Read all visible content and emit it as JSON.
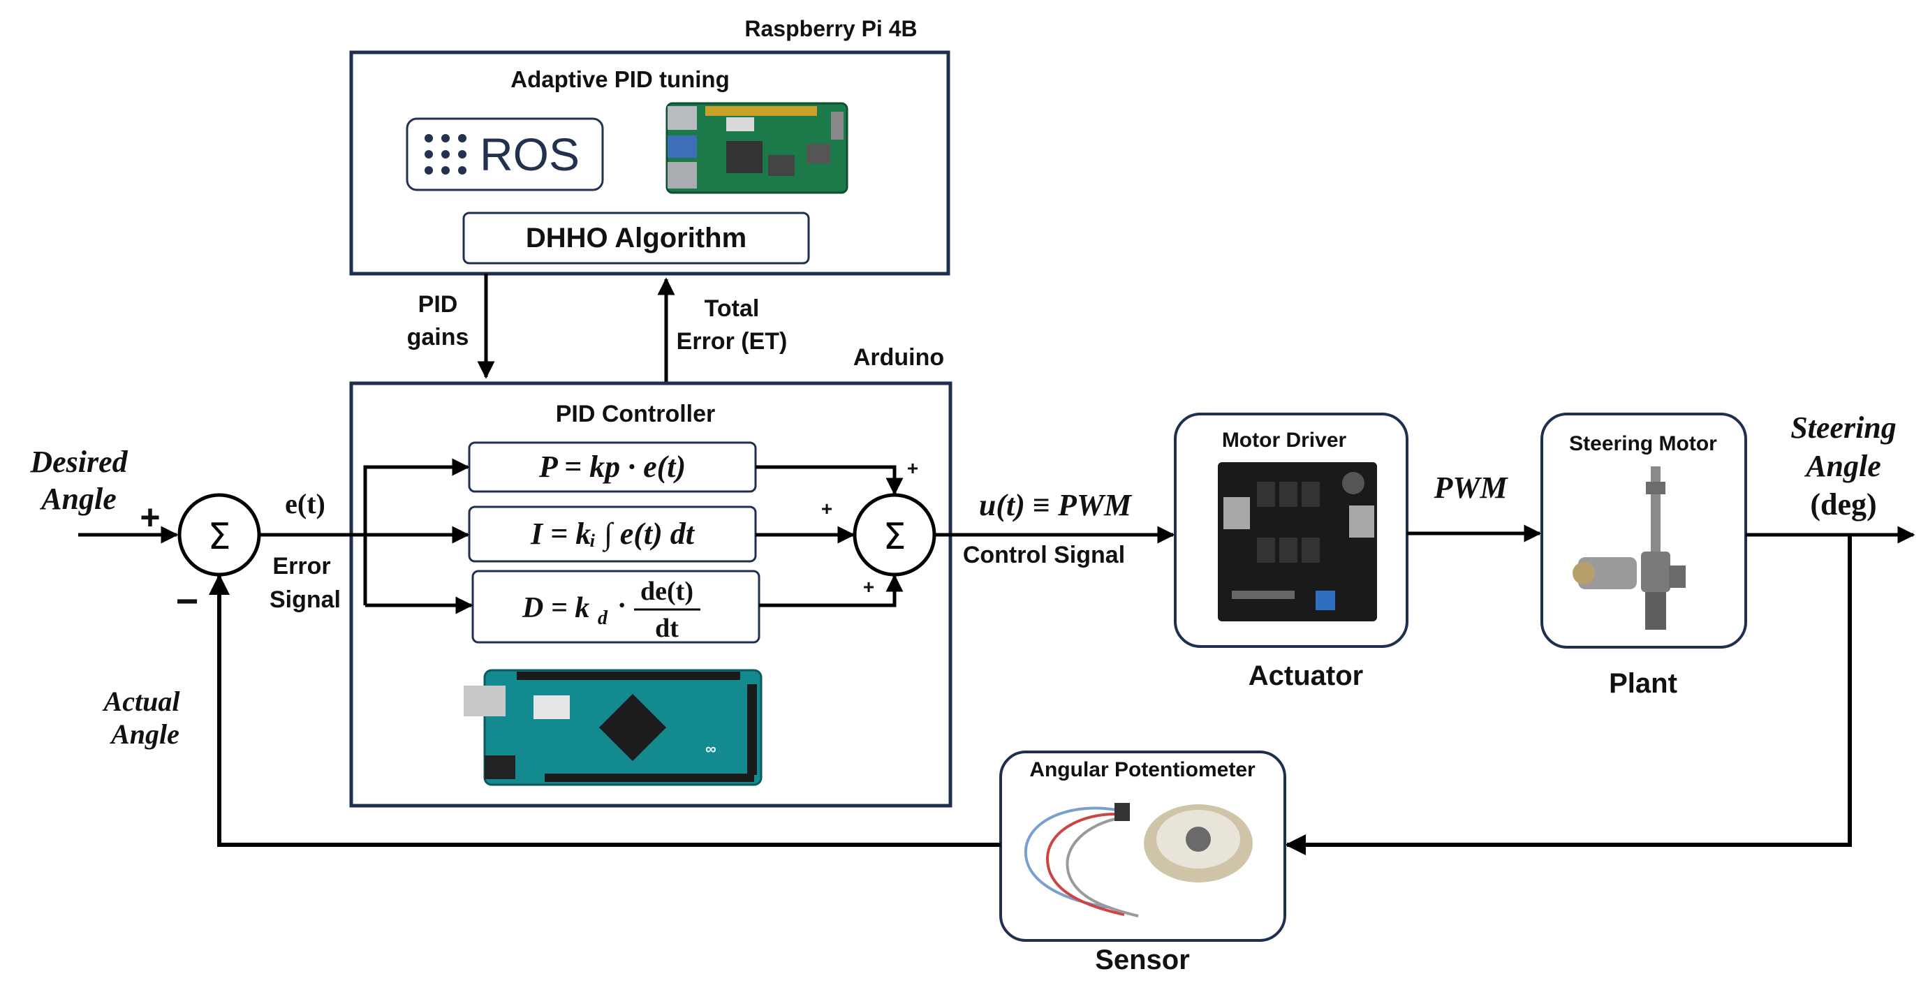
{
  "colors": {
    "frame": "#1f2f4f",
    "line": "#000000",
    "ros_text": "#22314e",
    "pcb_green": "#1c7a4a",
    "arduino_teal": "#138a8f"
  },
  "labels": {
    "raspberry_pi": "Raspberry Pi 4B",
    "adaptive_pid": "Adaptive PID tuning",
    "ros": "ROS",
    "dhho": "DHHO Algorithm",
    "pid_gains_1": "PID",
    "pid_gains_2": "gains",
    "total_error_1": "Total",
    "total_error_2": "Error (ET)",
    "arduino": "Arduino",
    "pid_controller": "PID Controller",
    "desired_angle_1": "Desired",
    "desired_angle_2": "Angle",
    "plus": "+",
    "minus": "−",
    "sigma": "Σ",
    "error_fn": "e(t)",
    "error_signal_1": "Error",
    "error_signal_2": "Signal",
    "p_term": "P = kp · e(t)",
    "i_term": "I = kᵢ ∫ e(t) dt",
    "d_term_lhs": "D = k",
    "d_term_sub": "d",
    "d_term_num": "de(t)",
    "d_term_den": "dt",
    "u_signal": "u(t) ≡ PWM",
    "control_signal": "Control Signal",
    "motor_driver": "Motor Driver",
    "actuator": "Actuator",
    "pwm": "PWM",
    "steering_motor": "Steering Motor",
    "plant": "Plant",
    "steering_angle_1": "Steering",
    "steering_angle_2": "Angle",
    "steering_angle_3": "(deg)",
    "actual_angle_1": "Actual",
    "actual_angle_2": "Angle",
    "angular_pot": "Angular Potentiometer",
    "sensor": "Sensor"
  },
  "icons": {
    "ros_logo": "ros-dots-logo",
    "rpi_board": "raspberry-pi-board-photo",
    "arduino_board": "arduino-mega-board-photo",
    "motor_driver": "motor-driver-board-photo",
    "steering_motor": "steering-column-motor-photo",
    "potentiometer": "angular-potentiometer-photo"
  }
}
